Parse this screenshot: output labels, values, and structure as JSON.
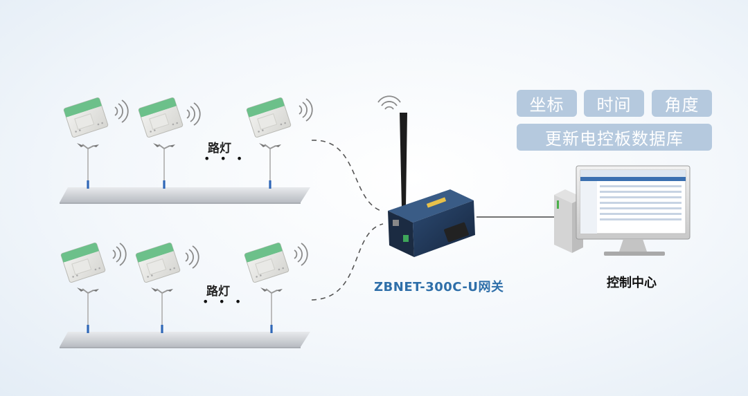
{
  "tags": {
    "coordinates": "坐标",
    "time": "时间",
    "angle": "角度",
    "update": "更新电控板数据库"
  },
  "streetlight_label": "路灯",
  "ellipsis": "•••",
  "gateway_label": "ZBNET-300C-U网关",
  "control_center_label": "控制中心",
  "colors": {
    "tag_bg": "#b5c9de",
    "module_green": "#6cc08a",
    "gateway_body": "#1f3552",
    "gateway_label": "#2f6fa9"
  }
}
